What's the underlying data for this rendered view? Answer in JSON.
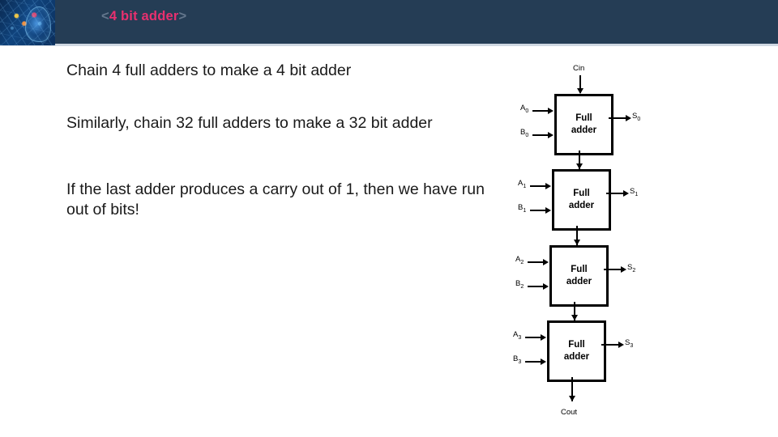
{
  "header": {
    "title_prefix": "<",
    "title_text": "4 bit adder",
    "title_suffix": ">",
    "logo_icon": "ai-brain-head-icon",
    "bar_color": "#253d55",
    "title_color": "#e8306f",
    "bracket_color": "#63768c"
  },
  "body": {
    "paragraphs": [
      "Chain 4 full adders to make a 4 bit adder",
      "Similarly, chain 32 full adders to make a 32 bit adder",
      "If the last adder produces a carry out of 1, then we have run out of bits!"
    ],
    "text_color": "#1a1a1a"
  },
  "diagram": {
    "title": "4-bit ripple carry adder",
    "carry_in_label": "Cin",
    "carry_out_label": "Cout",
    "block_label_line1": "Full",
    "block_label_line2": "adder",
    "line_color": "#000000",
    "stages": [
      {
        "a_label": "A",
        "a_sub": "0",
        "b_label": "B",
        "b_sub": "0",
        "s_label": "S",
        "s_sub": "0"
      },
      {
        "a_label": "A",
        "a_sub": "1",
        "b_label": "B",
        "b_sub": "1",
        "s_label": "S",
        "s_sub": "1"
      },
      {
        "a_label": "A",
        "a_sub": "2",
        "b_label": "B",
        "b_sub": "2",
        "s_label": "S",
        "s_sub": "2"
      },
      {
        "a_label": "A",
        "a_sub": "3",
        "b_label": "B",
        "b_sub": "3",
        "s_label": "S",
        "s_sub": "3"
      }
    ]
  }
}
